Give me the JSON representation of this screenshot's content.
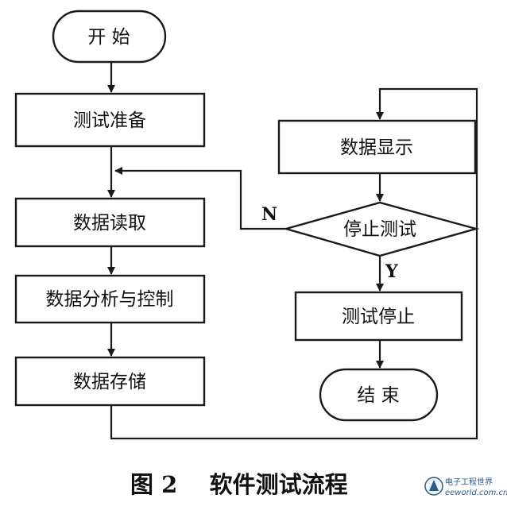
{
  "nodes": {
    "start": "开 始",
    "prepare": "测试准备",
    "read": "数据读取",
    "analyze": "数据分析与控制",
    "store": "数据存储",
    "display": "数据显示",
    "decision": "停止测试",
    "stop": "测试停止",
    "end": "结 束"
  },
  "branches": {
    "no": "N",
    "yes": "Y"
  },
  "caption": "图 2    软件测试流程",
  "watermark": {
    "title": "电子工程世界",
    "site": "eeworld.com.cn"
  }
}
